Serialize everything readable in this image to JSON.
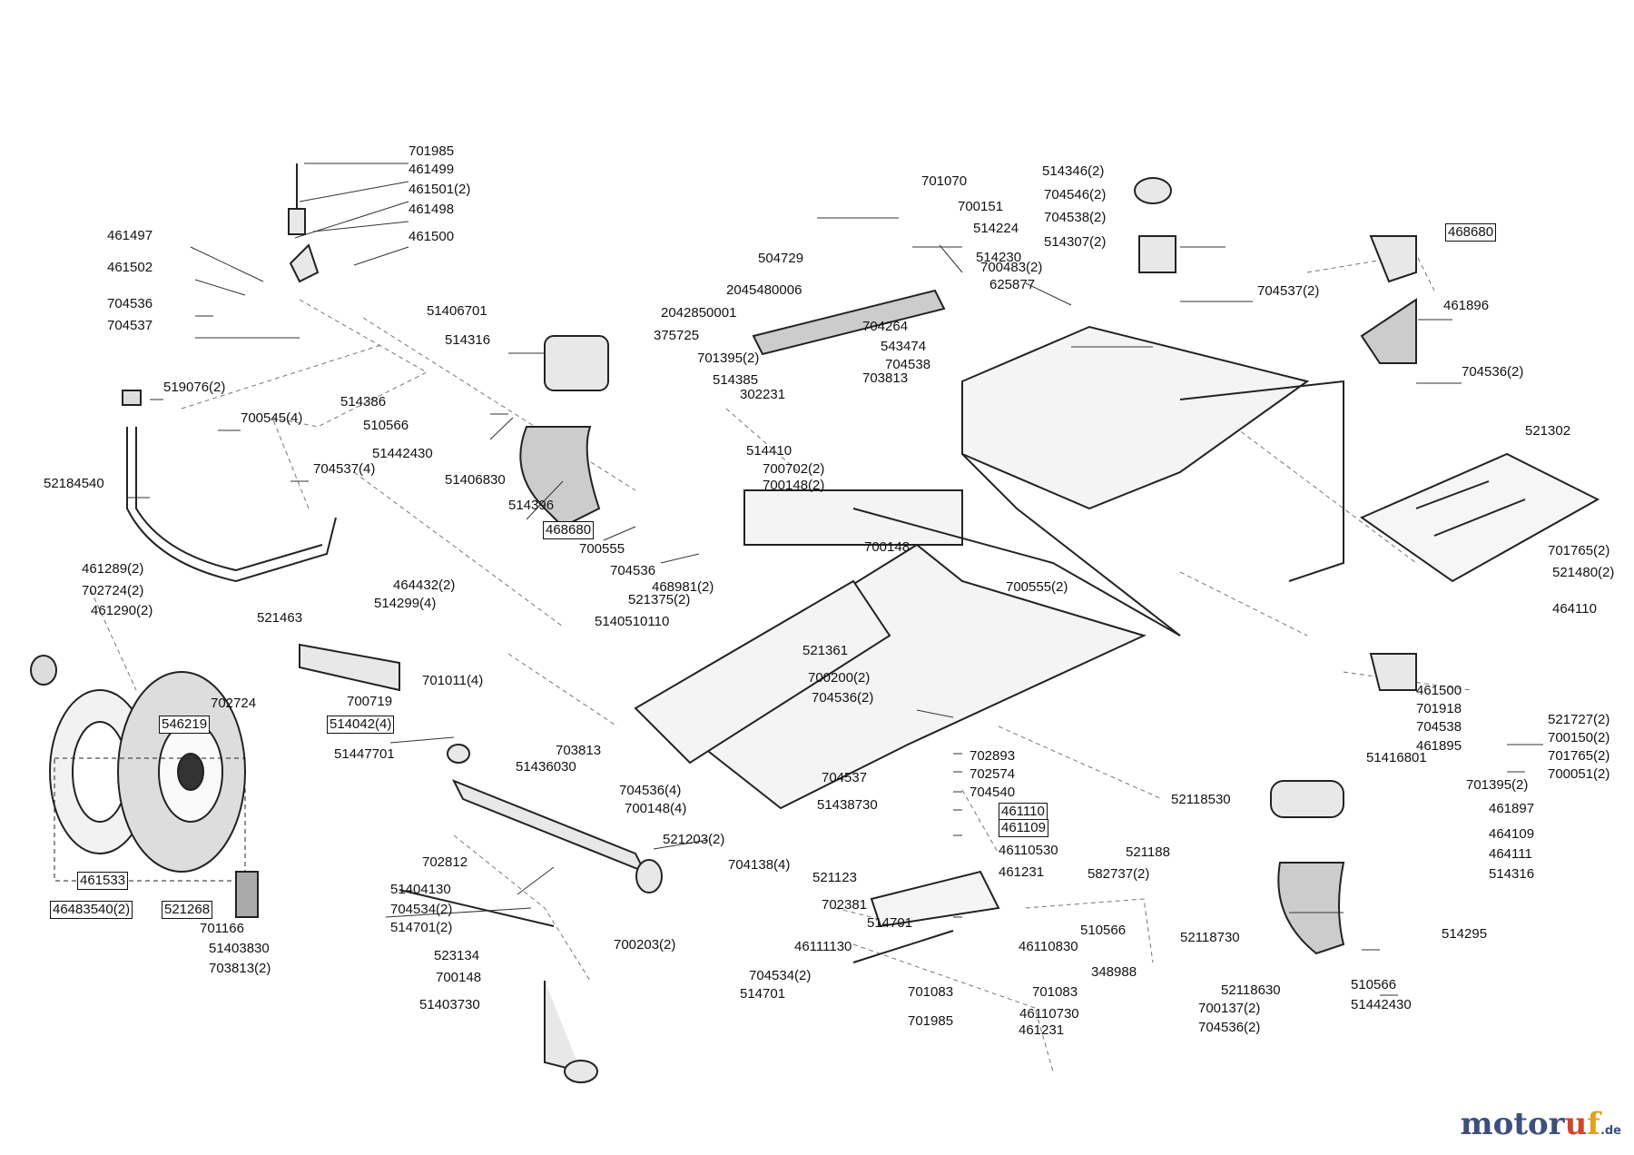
{
  "diagram": {
    "parts": [
      {
        "id": "p01",
        "num": "701985",
        "boxed": false
      },
      {
        "id": "p02",
        "num": "461499",
        "boxed": false
      },
      {
        "id": "p03",
        "num": "461501(2)",
        "boxed": false
      },
      {
        "id": "p04",
        "num": "461498",
        "boxed": false
      },
      {
        "id": "p05",
        "num": "461497",
        "boxed": false
      },
      {
        "id": "p06",
        "num": "461500",
        "boxed": false
      },
      {
        "id": "p07",
        "num": "461502",
        "boxed": false
      },
      {
        "id": "p08",
        "num": "704536",
        "boxed": false
      },
      {
        "id": "p09",
        "num": "704537",
        "boxed": false
      },
      {
        "id": "p10",
        "num": "519076(2)",
        "boxed": false
      },
      {
        "id": "p11",
        "num": "700545(4)",
        "boxed": false
      },
      {
        "id": "p12",
        "num": "704537(4)",
        "boxed": false
      },
      {
        "id": "p13",
        "num": "52184540",
        "boxed": false
      },
      {
        "id": "p14",
        "num": "461289(2)",
        "boxed": false
      },
      {
        "id": "p15",
        "num": "702724(2)",
        "boxed": false
      },
      {
        "id": "p16",
        "num": "461290(2)",
        "boxed": false
      },
      {
        "id": "p17",
        "num": "546219",
        "boxed": true
      },
      {
        "id": "p18",
        "num": "461533",
        "boxed": true
      },
      {
        "id": "p19",
        "num": "46483540(2)",
        "boxed": true
      },
      {
        "id": "p20",
        "num": "521268",
        "boxed": true
      },
      {
        "id": "p21",
        "num": "702724",
        "boxed": false
      },
      {
        "id": "p22",
        "num": "701166",
        "boxed": false
      },
      {
        "id": "p23",
        "num": "51403830",
        "boxed": false
      },
      {
        "id": "p24",
        "num": "703813(2)",
        "boxed": false
      },
      {
        "id": "p25",
        "num": "514386",
        "boxed": false
      },
      {
        "id": "p26",
        "num": "514316",
        "boxed": false
      },
      {
        "id": "p27",
        "num": "51406701",
        "boxed": false
      },
      {
        "id": "p28",
        "num": "510566",
        "boxed": false
      },
      {
        "id": "p29",
        "num": "51442430",
        "boxed": false
      },
      {
        "id": "p30",
        "num": "51406830",
        "boxed": false
      },
      {
        "id": "p31",
        "num": "514396",
        "boxed": false
      },
      {
        "id": "p32",
        "num": "468680",
        "boxed": true
      },
      {
        "id": "p33",
        "num": "700555",
        "boxed": false
      },
      {
        "id": "p34",
        "num": "704536",
        "boxed": false
      },
      {
        "id": "p35",
        "num": "468981(2)",
        "boxed": false
      },
      {
        "id": "p36",
        "num": "521375(2)",
        "boxed": false
      },
      {
        "id": "p37",
        "num": "5140510110",
        "boxed": false
      },
      {
        "id": "p38",
        "num": "521463",
        "boxed": false
      },
      {
        "id": "p39",
        "num": "464432(2)",
        "boxed": false
      },
      {
        "id": "p40",
        "num": "514299(4)",
        "boxed": false
      },
      {
        "id": "p41",
        "num": "701011(4)",
        "boxed": false
      },
      {
        "id": "p42",
        "num": "700719",
        "boxed": false
      },
      {
        "id": "p43",
        "num": "514042(4)",
        "boxed": true
      },
      {
        "id": "p44",
        "num": "51447701",
        "boxed": false
      },
      {
        "id": "p45",
        "num": "703813",
        "boxed": false
      },
      {
        "id": "p46",
        "num": "51436030",
        "boxed": false
      },
      {
        "id": "p47",
        "num": "704536(4)",
        "boxed": false
      },
      {
        "id": "p48",
        "num": "700148(4)",
        "boxed": false
      },
      {
        "id": "p49",
        "num": "521203(2)",
        "boxed": false
      },
      {
        "id": "p50",
        "num": "702812",
        "boxed": false
      },
      {
        "id": "p51",
        "num": "51404130",
        "boxed": false
      },
      {
        "id": "p52",
        "num": "704534(2)",
        "boxed": false
      },
      {
        "id": "p53",
        "num": "514701(2)",
        "boxed": false
      },
      {
        "id": "p54",
        "num": "523134",
        "boxed": false
      },
      {
        "id": "p55",
        "num": "700148",
        "boxed": false
      },
      {
        "id": "p56",
        "num": "51403730",
        "boxed": false
      },
      {
        "id": "p57",
        "num": "700203(2)",
        "boxed": false
      },
      {
        "id": "p58",
        "num": "704138(4)",
        "boxed": false
      },
      {
        "id": "p59",
        "num": "504729",
        "boxed": false
      },
      {
        "id": "p60",
        "num": "701070",
        "boxed": false
      },
      {
        "id": "p61",
        "num": "700151",
        "boxed": false
      },
      {
        "id": "p62",
        "num": "514224",
        "boxed": false
      },
      {
        "id": "p63",
        "num": "514230",
        "boxed": false
      },
      {
        "id": "p64",
        "num": "625877",
        "boxed": false
      },
      {
        "id": "p65",
        "num": "2045480006",
        "boxed": false
      },
      {
        "id": "p66",
        "num": "2042850001",
        "boxed": false
      },
      {
        "id": "p67",
        "num": "375725",
        "boxed": false
      },
      {
        "id": "p68",
        "num": "704264",
        "boxed": false
      },
      {
        "id": "p69",
        "num": "701395(2)",
        "boxed": false
      },
      {
        "id": "p70",
        "num": "514385",
        "boxed": false
      },
      {
        "id": "p71",
        "num": "302231",
        "boxed": false
      },
      {
        "id": "p72",
        "num": "543474",
        "boxed": false
      },
      {
        "id": "p73",
        "num": "704538",
        "boxed": false
      },
      {
        "id": "p74",
        "num": "703813",
        "boxed": false
      },
      {
        "id": "p75",
        "num": "514410",
        "boxed": false
      },
      {
        "id": "p76",
        "num": "700702(2)",
        "boxed": false
      },
      {
        "id": "p77",
        "num": "700148(2)",
        "boxed": false
      },
      {
        "id": "p78",
        "num": "700148",
        "boxed": false
      },
      {
        "id": "p79",
        "num": "700555(2)",
        "boxed": false
      },
      {
        "id": "p80",
        "num": "521361",
        "boxed": false
      },
      {
        "id": "p81",
        "num": "700200(2)",
        "boxed": false
      },
      {
        "id": "p82",
        "num": "704536(2)",
        "boxed": false
      },
      {
        "id": "p83",
        "num": "514346(2)",
        "boxed": false
      },
      {
        "id": "p84",
        "num": "704546(2)",
        "boxed": false
      },
      {
        "id": "p85",
        "num": "704538(2)",
        "boxed": false
      },
      {
        "id": "p86",
        "num": "514307(2)",
        "boxed": false
      },
      {
        "id": "p87",
        "num": "700483(2)",
        "boxed": false
      },
      {
        "id": "p88",
        "num": "704537(2)",
        "boxed": false
      },
      {
        "id": "p89",
        "num": "468680",
        "boxed": true
      },
      {
        "id": "p90",
        "num": "461896",
        "boxed": false
      },
      {
        "id": "p91",
        "num": "704536(2)",
        "boxed": false
      },
      {
        "id": "p92",
        "num": "521302",
        "boxed": false
      },
      {
        "id": "p93",
        "num": "701765(2)",
        "boxed": false
      },
      {
        "id": "p94",
        "num": "521480(2)",
        "boxed": false
      },
      {
        "id": "p95",
        "num": "464110",
        "boxed": false
      },
      {
        "id": "p96",
        "num": "461500",
        "boxed": false
      },
      {
        "id": "p97",
        "num": "701918",
        "boxed": false
      },
      {
        "id": "p98",
        "num": "704538",
        "boxed": false
      },
      {
        "id": "p99",
        "num": "461895",
        "boxed": false
      },
      {
        "id": "p100",
        "num": "51416801",
        "boxed": false
      },
      {
        "id": "p101",
        "num": "521727(2)",
        "boxed": false
      },
      {
        "id": "p102",
        "num": "700150(2)",
        "boxed": false
      },
      {
        "id": "p103",
        "num": "701765(2)",
        "boxed": false
      },
      {
        "id": "p104",
        "num": "700051(2)",
        "boxed": false
      },
      {
        "id": "p105",
        "num": "701395(2)",
        "boxed": false
      },
      {
        "id": "p106",
        "num": "461897",
        "boxed": false
      },
      {
        "id": "p107",
        "num": "464109",
        "boxed": false
      },
      {
        "id": "p108",
        "num": "464111",
        "boxed": false
      },
      {
        "id": "p109",
        "num": "514316",
        "boxed": false
      },
      {
        "id": "p110",
        "num": "52118530",
        "boxed": false
      },
      {
        "id": "p111",
        "num": "521188",
        "boxed": false
      },
      {
        "id": "p112",
        "num": "582737(2)",
        "boxed": false
      },
      {
        "id": "p113",
        "num": "514295",
        "boxed": false
      },
      {
        "id": "p114",
        "num": "510566",
        "boxed": false
      },
      {
        "id": "p115",
        "num": "51442430",
        "boxed": false
      },
      {
        "id": "p116",
        "num": "52118730",
        "boxed": false
      },
      {
        "id": "p117",
        "num": "52118630",
        "boxed": false
      },
      {
        "id": "p118",
        "num": "700137(2)",
        "boxed": false
      },
      {
        "id": "p119",
        "num": "704536(2)",
        "boxed": false
      },
      {
        "id": "p120",
        "num": "510566",
        "boxed": false
      },
      {
        "id": "p121",
        "num": "46110830",
        "boxed": false
      },
      {
        "id": "p122",
        "num": "348988",
        "boxed": false
      },
      {
        "id": "p123",
        "num": "701083",
        "boxed": false
      },
      {
        "id": "p124",
        "num": "46110730",
        "boxed": false
      },
      {
        "id": "p125",
        "num": "701083",
        "boxed": false
      },
      {
        "id": "p126",
        "num": "701985",
        "boxed": false
      },
      {
        "id": "p127",
        "num": "461231",
        "boxed": false
      },
      {
        "id": "p128",
        "num": "702893",
        "boxed": false
      },
      {
        "id": "p129",
        "num": "702574",
        "boxed": false
      },
      {
        "id": "p130",
        "num": "704540",
        "boxed": false
      },
      {
        "id": "p131",
        "num": "461110",
        "boxed": true
      },
      {
        "id": "p132",
        "num": "461109",
        "boxed": true
      },
      {
        "id": "p133",
        "num": "46110530",
        "boxed": false
      },
      {
        "id": "p134",
        "num": "461231",
        "boxed": false
      },
      {
        "id": "p135",
        "num": "704537",
        "boxed": false
      },
      {
        "id": "p136",
        "num": "51438730",
        "boxed": false
      },
      {
        "id": "p137",
        "num": "521123",
        "boxed": false
      },
      {
        "id": "p138",
        "num": "702381",
        "boxed": false
      },
      {
        "id": "p139",
        "num": "514701",
        "boxed": false
      },
      {
        "id": "p140",
        "num": "46111130",
        "boxed": false
      },
      {
        "id": "p141",
        "num": "704534(2)",
        "boxed": false
      },
      {
        "id": "p142",
        "num": "514701",
        "boxed": false
      }
    ]
  },
  "watermark": {
    "text_moto": "moto",
    "text_r": "r",
    "text_u": "u",
    "text_f": "f",
    "text_de": ".de"
  }
}
